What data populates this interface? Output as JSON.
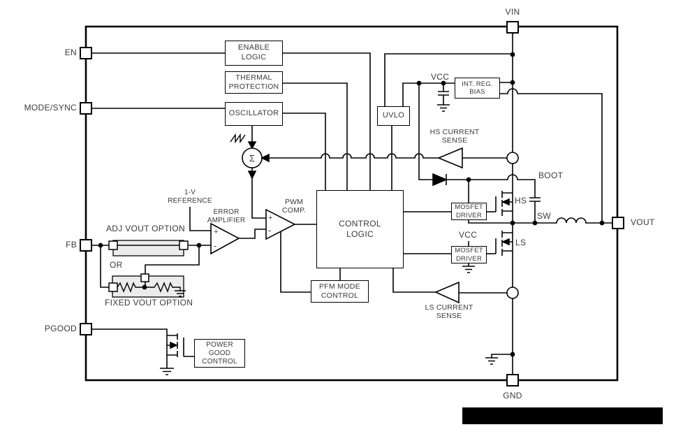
{
  "diagram": {
    "pins": {
      "en": "EN",
      "mode_sync": "MODE/SYNC",
      "fb": "FB",
      "pgood": "PGOOD",
      "vin": "VIN",
      "vout": "VOUT",
      "gnd": "GND"
    },
    "blocks": {
      "enable_logic": [
        "ENABLE",
        "LOGIC"
      ],
      "thermal_protection": [
        "THERMAL",
        "PROTECTION"
      ],
      "oscillator": [
        "OSCILLATOR"
      ],
      "uvlo": [
        "UVLO"
      ],
      "int_reg_bias": [
        "INT. REG.",
        "BIAS"
      ],
      "control_logic": [
        "CONTROL",
        "LOGIC"
      ],
      "pfm_mode_control": [
        "PFM MODE",
        "CONTROL"
      ],
      "mosfet_driver_hs": [
        "MOSFET",
        "DRIVER"
      ],
      "mosfet_driver_ls": [
        "MOSFET",
        "DRIVER"
      ],
      "power_good_control": [
        "POWER",
        "GOOD",
        "CONTROL"
      ]
    },
    "labels": {
      "vcc_top": "VCC",
      "vcc_ls": "VCC",
      "boot": "BOOT",
      "sw": "SW",
      "hs": "HS",
      "ls": "LS",
      "hs_current_sense": [
        "HS CURRENT",
        "SENSE"
      ],
      "ls_current_sense": [
        "LS CURRENT",
        "SENSE"
      ],
      "reference": [
        "1-V",
        "REFERENCE"
      ],
      "error_amplifier": [
        "ERROR",
        "AMPLIFIER"
      ],
      "pwm_comp": [
        "PWM",
        "COMP."
      ],
      "adj_vout_option": "ADJ VOUT OPTION",
      "or": "OR",
      "fixed_vout_option": "FIXED VOUT OPTION",
      "sigma": "Σ",
      "plus": "+",
      "minus": "-"
    },
    "colors": {
      "line": "#000000",
      "text": "#3a3a3a",
      "option_fill": "#ececec",
      "redaction": "#000000"
    }
  }
}
